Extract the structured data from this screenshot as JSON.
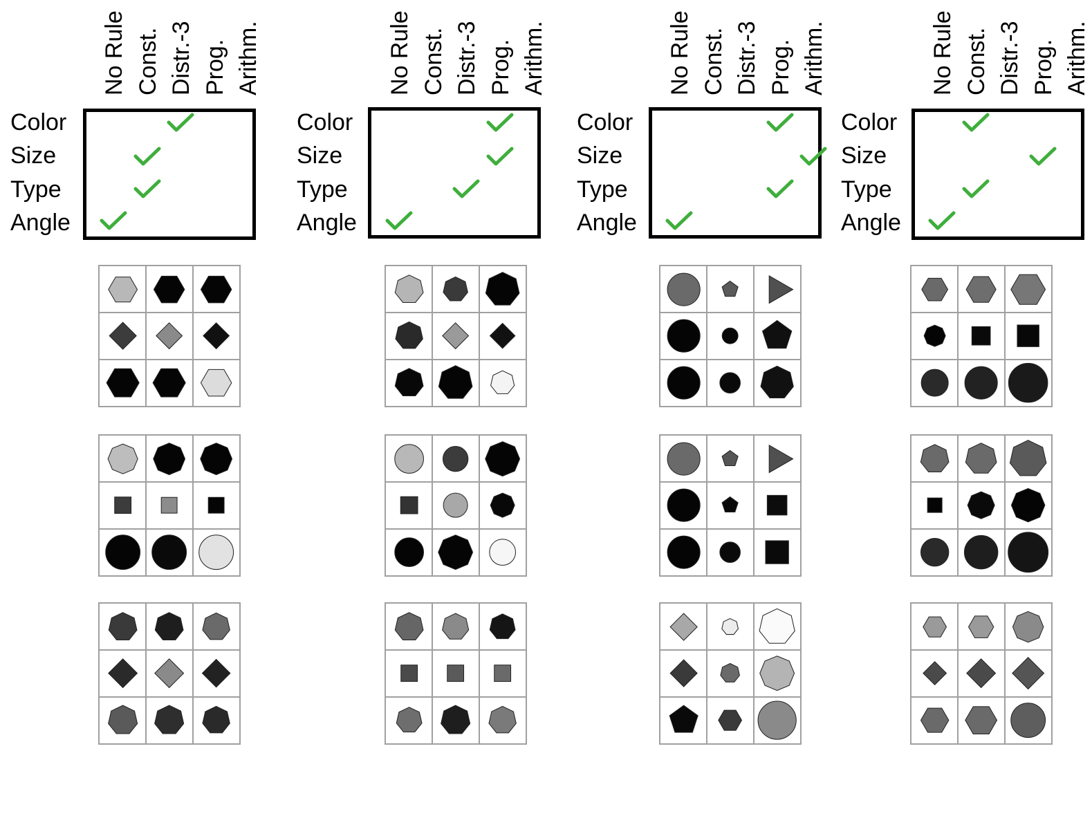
{
  "column_headers": [
    "No Rule",
    "Const.",
    "Distr.-3",
    "Prog.",
    "Arithm."
  ],
  "row_labels": [
    "Color",
    "Size",
    "Type",
    "Angle"
  ],
  "check_color": "#3fae3c",
  "panels": [
    {
      "checks": {
        "Color": "Distr.-3",
        "Size": "Const.",
        "Type": "Const.",
        "Angle": "No Rule"
      },
      "grids": [
        [
          [
            "hexagon",
            "#b8b8b8",
            0.62
          ],
          [
            "hexagon",
            "#050505",
            0.66
          ],
          [
            "hexagon",
            "#050505",
            0.66
          ],
          [
            "diamond",
            "#3c3c3c",
            0.58
          ],
          [
            "diamond",
            "#8a8a8a",
            0.56
          ],
          [
            "diamond",
            "#111111",
            0.56
          ],
          [
            "hexagon",
            "#050505",
            0.7
          ],
          [
            "hexagon",
            "#050505",
            0.7
          ],
          [
            "hexagon",
            "#dcdcdc",
            0.66
          ]
        ],
        [
          [
            "octagon",
            "#bdbdbd",
            0.64
          ],
          [
            "octagon",
            "#050505",
            0.68
          ],
          [
            "octagon",
            "#050505",
            0.68
          ],
          [
            "square",
            "#3c3c3c",
            0.5
          ],
          [
            "square",
            "#8c8c8c",
            0.48
          ],
          [
            "square",
            "#050505",
            0.48
          ],
          [
            "circle",
            "#050505",
            0.74
          ],
          [
            "circle",
            "#0a0a0a",
            0.74
          ],
          [
            "circle",
            "#e2e2e2",
            0.74
          ]
        ],
        [
          [
            "heptagon",
            "#3a3a3a",
            0.62
          ],
          [
            "heptagon",
            "#1e1e1e",
            0.62
          ],
          [
            "heptagon",
            "#6a6a6a",
            0.6
          ],
          [
            "diamond",
            "#2a2a2a",
            0.62
          ],
          [
            "diamond",
            "#8a8a8a",
            0.62
          ],
          [
            "diamond",
            "#222222",
            0.6
          ],
          [
            "heptagon",
            "#5a5a5a",
            0.64
          ],
          [
            "heptagon",
            "#2e2e2e",
            0.64
          ],
          [
            "heptagon",
            "#2a2a2a",
            0.6
          ]
        ]
      ]
    },
    {
      "checks": {
        "Color": "Prog.",
        "Size": "Prog.",
        "Type": "Distr.-3",
        "Angle": "No Rule"
      },
      "grids": [
        [
          [
            "heptagon",
            "#b5b5b5",
            0.62
          ],
          [
            "heptagon",
            "#3a3a3a",
            0.54
          ],
          [
            "heptagon",
            "#050505",
            0.74
          ],
          [
            "heptagon",
            "#2a2a2a",
            0.6
          ],
          [
            "diamond",
            "#9a9a9a",
            0.56
          ],
          [
            "diamond",
            "#111111",
            0.54
          ],
          [
            "heptagon",
            "#080808",
            0.62
          ],
          [
            "heptagon",
            "#050505",
            0.74
          ],
          [
            "heptagon",
            "#f4f4f4",
            0.52
          ]
        ],
        [
          [
            "circle",
            "#b8b8b8",
            0.62
          ],
          [
            "circle",
            "#3c3c3c",
            0.54
          ],
          [
            "octagon",
            "#050505",
            0.74
          ],
          [
            "square",
            "#333333",
            0.52
          ],
          [
            "circle",
            "#a8a8a8",
            0.52
          ],
          [
            "octagon",
            "#080808",
            0.52
          ],
          [
            "circle",
            "#050505",
            0.62
          ],
          [
            "octagon",
            "#050505",
            0.74
          ],
          [
            "circle",
            "#f6f6f6",
            0.56
          ]
        ],
        [
          [
            "heptagon",
            "#666666",
            0.62
          ],
          [
            "heptagon",
            "#8a8a8a",
            0.58
          ],
          [
            "heptagon",
            "#151515",
            0.56
          ],
          [
            "square",
            "#4a4a4a",
            0.5
          ],
          [
            "square",
            "#5a5a5a",
            0.5
          ],
          [
            "square",
            "#6a6a6a",
            0.5
          ],
          [
            "heptagon",
            "#6e6e6e",
            0.56
          ],
          [
            "heptagon",
            "#1e1e1e",
            0.64
          ],
          [
            "heptagon",
            "#7a7a7a",
            0.6
          ]
        ]
      ]
    },
    {
      "checks": {
        "Color": "Prog.",
        "Size": "Arithm.",
        "Type": "Prog.",
        "Angle": "No Rule"
      },
      "grids": [
        [
          [
            "circle",
            "#6a6a6a",
            0.7
          ],
          [
            "pentagon",
            "#5a5a5a",
            0.36
          ],
          [
            "triangle",
            "#505050",
            0.68
          ],
          [
            "circle",
            "#050505",
            0.7
          ],
          [
            "circle",
            "#080808",
            0.34
          ],
          [
            "pentagon",
            "#101010",
            0.66
          ],
          [
            "circle",
            "#050505",
            0.7
          ],
          [
            "circle",
            "#0a0a0a",
            0.44
          ],
          [
            "heptagon",
            "#111111",
            0.72
          ]
        ],
        [
          [
            "circle",
            "#6a6a6a",
            0.7
          ],
          [
            "pentagon",
            "#555555",
            0.36
          ],
          [
            "triangle",
            "#505050",
            0.68
          ],
          [
            "circle",
            "#050505",
            0.7
          ],
          [
            "pentagon",
            "#0a0a0a",
            0.36
          ],
          [
            "square",
            "#0c0c0c",
            0.6
          ],
          [
            "circle",
            "#050505",
            0.7
          ],
          [
            "circle",
            "#0a0a0a",
            0.44
          ],
          [
            "square",
            "#0a0a0a",
            0.7
          ]
        ],
        [
          [
            "diamond",
            "#a8a8a8",
            0.58
          ],
          [
            "heptagon",
            "#ececec",
            0.36
          ],
          [
            "heptagon",
            "#fafafa",
            0.78
          ],
          [
            "diamond",
            "#3a3a3a",
            0.58
          ],
          [
            "heptagon",
            "#6a6a6a",
            0.42
          ],
          [
            "octagon",
            "#b4b4b4",
            0.74
          ],
          [
            "pentagon",
            "#0a0a0a",
            0.64
          ],
          [
            "hexagon",
            "#3a3a3a",
            0.5
          ],
          [
            "circle",
            "#8a8a8a",
            0.82
          ]
        ]
      ]
    },
    {
      "checks": {
        "Color": "Const.",
        "Size": "Prog.",
        "Type": "Const.",
        "Angle": "No Rule"
      },
      "grids": [
        [
          [
            "hexagon",
            "#6a6a6a",
            0.56
          ],
          [
            "hexagon",
            "#6e6e6e",
            0.64
          ],
          [
            "hexagon",
            "#777777",
            0.74
          ],
          [
            "octagon",
            "#050505",
            0.46
          ],
          [
            "square",
            "#0a0a0a",
            0.56
          ],
          [
            "square",
            "#080808",
            0.66
          ],
          [
            "circle",
            "#2a2a2a",
            0.58
          ],
          [
            "circle",
            "#222222",
            0.7
          ],
          [
            "circle",
            "#1a1a1a",
            0.84
          ]
        ],
        [
          [
            "heptagon",
            "#6a6a6a",
            0.62
          ],
          [
            "heptagon",
            "#6a6a6a",
            0.68
          ],
          [
            "heptagon",
            "#5a5a5a",
            0.8
          ],
          [
            "square",
            "#050505",
            0.44
          ],
          [
            "octagon",
            "#0a0a0a",
            0.58
          ],
          [
            "octagon",
            "#050505",
            0.72
          ],
          [
            "circle",
            "#2a2a2a",
            0.6
          ],
          [
            "circle",
            "#1e1e1e",
            0.72
          ],
          [
            "circle",
            "#151515",
            0.86
          ]
        ],
        [
          [
            "hexagon",
            "#9a9a9a",
            0.5
          ],
          [
            "hexagon",
            "#9a9a9a",
            0.54
          ],
          [
            "octagon",
            "#8a8a8a",
            0.66
          ],
          [
            "diamond",
            "#4a4a4a",
            0.5
          ],
          [
            "diamond",
            "#4a4a4a",
            0.62
          ],
          [
            "diamond",
            "#555555",
            0.68
          ],
          [
            "hexagon",
            "#6a6a6a",
            0.6
          ],
          [
            "hexagon",
            "#6a6a6a",
            0.68
          ],
          [
            "circle",
            "#5e5e5e",
            0.74
          ]
        ]
      ]
    }
  ]
}
